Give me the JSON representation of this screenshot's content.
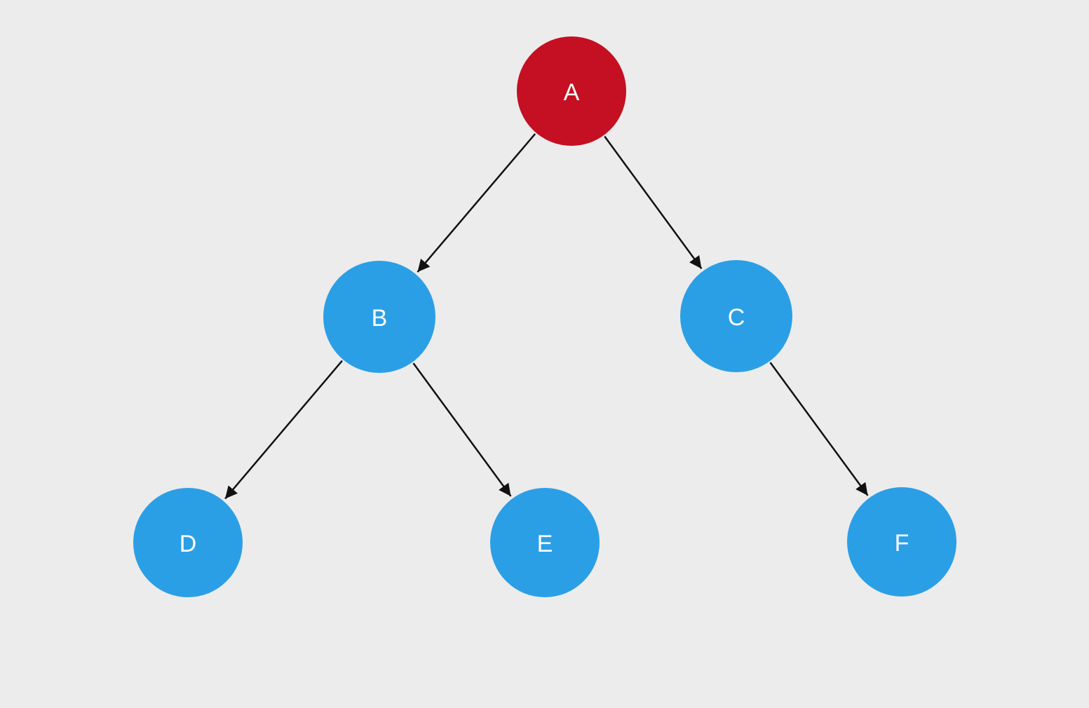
{
  "diagram": {
    "type": "tree",
    "colors": {
      "background": "#ececec",
      "root_fill": "#c50f22",
      "node_fill": "#2b9fe5",
      "label": "#ffffff",
      "edge": "#111111"
    },
    "nodes": [
      {
        "id": "A",
        "label": "A",
        "role": "root"
      },
      {
        "id": "B",
        "label": "B",
        "role": "child"
      },
      {
        "id": "C",
        "label": "C",
        "role": "child"
      },
      {
        "id": "D",
        "label": "D",
        "role": "child"
      },
      {
        "id": "E",
        "label": "E",
        "role": "child"
      },
      {
        "id": "F",
        "label": "F",
        "role": "child"
      }
    ],
    "edges": [
      {
        "from": "A",
        "to": "B"
      },
      {
        "from": "A",
        "to": "C"
      },
      {
        "from": "B",
        "to": "D"
      },
      {
        "from": "B",
        "to": "E"
      },
      {
        "from": "C",
        "to": "F"
      }
    ]
  }
}
